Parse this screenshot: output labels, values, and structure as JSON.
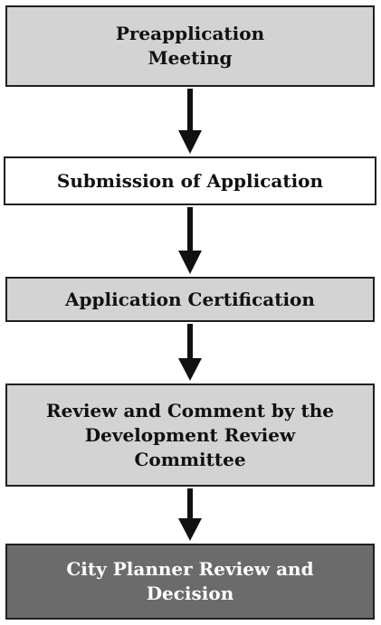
{
  "flowchart": {
    "steps": [
      {
        "lines": [
          "Preapplication",
          "Meeting"
        ]
      },
      {
        "lines": [
          "Submission of Application"
        ]
      },
      {
        "lines": [
          "Application Certification"
        ]
      },
      {
        "lines": [
          "Review and Comment by the",
          "Development Review",
          "Committee"
        ]
      },
      {
        "lines": [
          "City Planner Review and",
          "Decision"
        ]
      }
    ],
    "colors": {
      "box_light": "#d3d3d3",
      "box_white": "#ffffff",
      "box_dark": "#6b6b6b",
      "outline": "#1f1f1f",
      "arrow": "#111111"
    }
  }
}
